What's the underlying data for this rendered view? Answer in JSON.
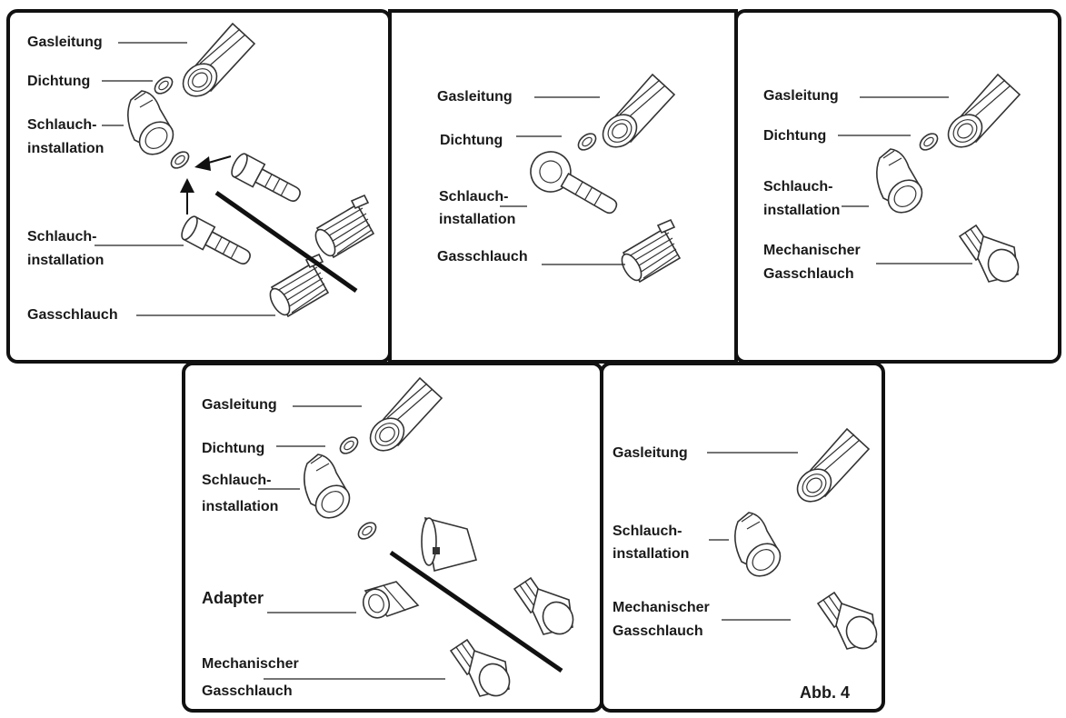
{
  "figure": {
    "panels": [
      {
        "id": "panel-1",
        "labels": {
          "gas_line": "Gasleitung",
          "seal": "Dichtung",
          "hose_install_top_1": "Schlauch-",
          "hose_install_top_2": "installation",
          "hose_install_bottom_1": "Schlauch-",
          "hose_install_bottom_2": "installation",
          "gas_hose": "Gasschlauch"
        }
      },
      {
        "id": "panel-2",
        "labels": {
          "gas_line": "Gasleitung",
          "seal": "Dichtung",
          "hose_install_1": "Schlauch-",
          "hose_install_2": "installation",
          "gas_hose": "Gasschlauch"
        }
      },
      {
        "id": "panel-3",
        "labels": {
          "gas_line": "Gasleitung",
          "seal": "Dichtung",
          "hose_install_1": "Schlauch-",
          "hose_install_2": "installation",
          "mech_hose_1": "Mechanischer",
          "mech_hose_2": "Gasschlauch"
        }
      },
      {
        "id": "panel-4",
        "labels": {
          "gas_line": "Gasleitung",
          "seal": "Dichtung",
          "hose_install_1": "Schlauch-",
          "hose_install_2": "installation",
          "adapter": "Adapter",
          "mech_hose_1": "Mechanischer",
          "mech_hose_2": "Gasschlauch"
        }
      },
      {
        "id": "panel-5",
        "labels": {
          "gas_line": "Gasleitung",
          "hose_install_1": "Schlauch-",
          "hose_install_2": "installation",
          "mech_hose_1": "Mechanischer",
          "mech_hose_2": "Gasschlauch"
        }
      }
    ],
    "caption": "Abb. 4"
  }
}
